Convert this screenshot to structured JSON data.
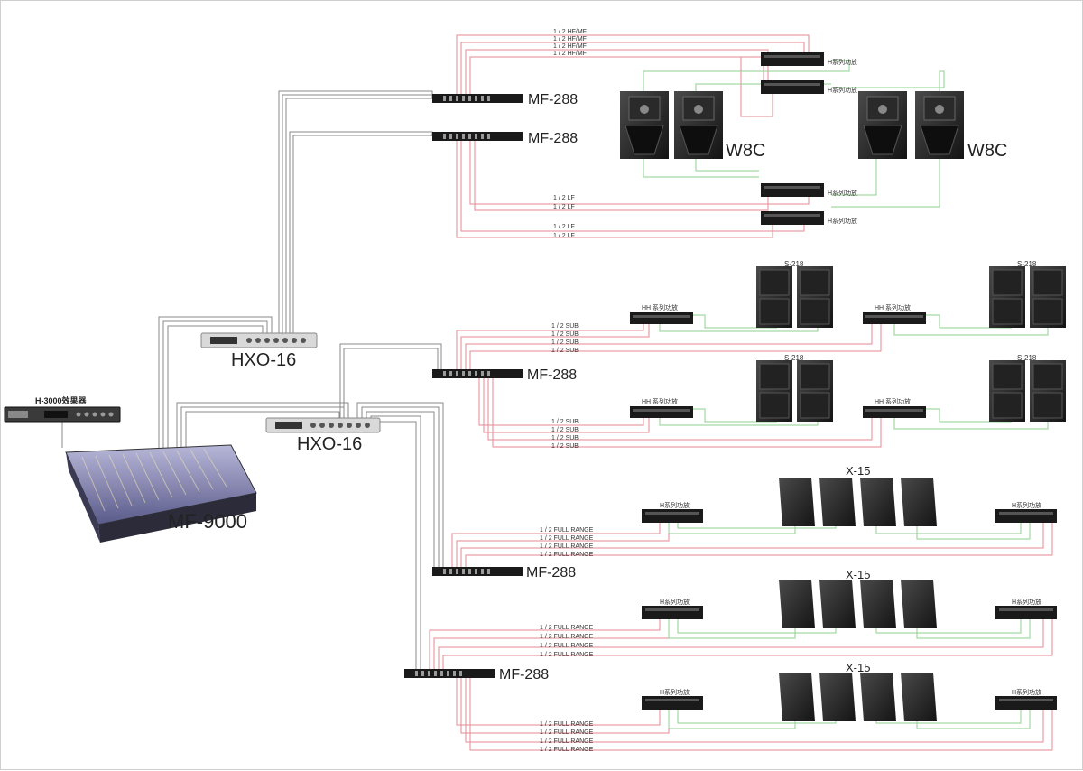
{
  "devices": {
    "effects_unit": "H-3000效果器",
    "mixer": "MF-9000",
    "crossover_top": "HXO-16",
    "crossover_bottom": "HXO-16",
    "processor": "MF-288"
  },
  "speakers": {
    "w8c": "W8C",
    "s218": "S-218",
    "x15": "X-15"
  },
  "amps": {
    "h_series": "H系列功放",
    "hh_series": "HH 系列功放"
  },
  "cables": {
    "hf_mf": "1 / 2 HF/MF",
    "lf": "1 / 2 LF",
    "sub": "1 / 2 SUB",
    "full_range": "1 / 2 FULL RANGE"
  },
  "colors": {
    "cable_red": "#e58a95",
    "cable_green": "#8fd08f",
    "cable_gray": "#8a8a8a",
    "device_dark": "#1a1a1a"
  }
}
